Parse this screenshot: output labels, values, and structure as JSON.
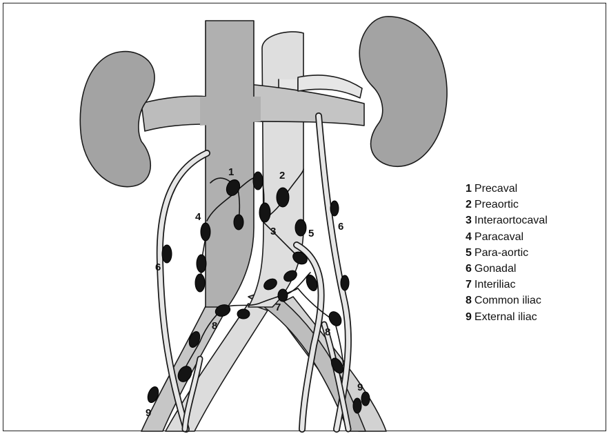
{
  "diagram": {
    "labels": {
      "precaval": "1",
      "preaortic": "2",
      "interaortocaval": "3",
      "paracaval": "4",
      "paraaortic": "5",
      "gonadal_left": "6",
      "gonadal_right": "6",
      "interiliac": "7",
      "common_iliac_left": "8",
      "common_iliac_right": "8",
      "external_iliac_left": "9",
      "external_iliac_right": "9"
    }
  },
  "legend": {
    "items": [
      {
        "num": "1",
        "text": "Precaval"
      },
      {
        "num": "2",
        "text": "Preaortic"
      },
      {
        "num": "3",
        "text": "Interaortocaval"
      },
      {
        "num": "4",
        "text": "Paracaval"
      },
      {
        "num": "5",
        "text": "Para-aortic"
      },
      {
        "num": "6",
        "text": "Gonadal"
      },
      {
        "num": "7",
        "text": "Interiliac"
      },
      {
        "num": "8",
        "text": "Common iliac"
      },
      {
        "num": "9",
        "text": "External iliac"
      }
    ]
  },
  "colors": {
    "kidney": "#a3a3a3",
    "vena_cava": "#b0b0b0",
    "aorta": "#dedede",
    "vessel": "#e6e6e6",
    "node": "#141414",
    "outline": "#1a1a1a"
  }
}
